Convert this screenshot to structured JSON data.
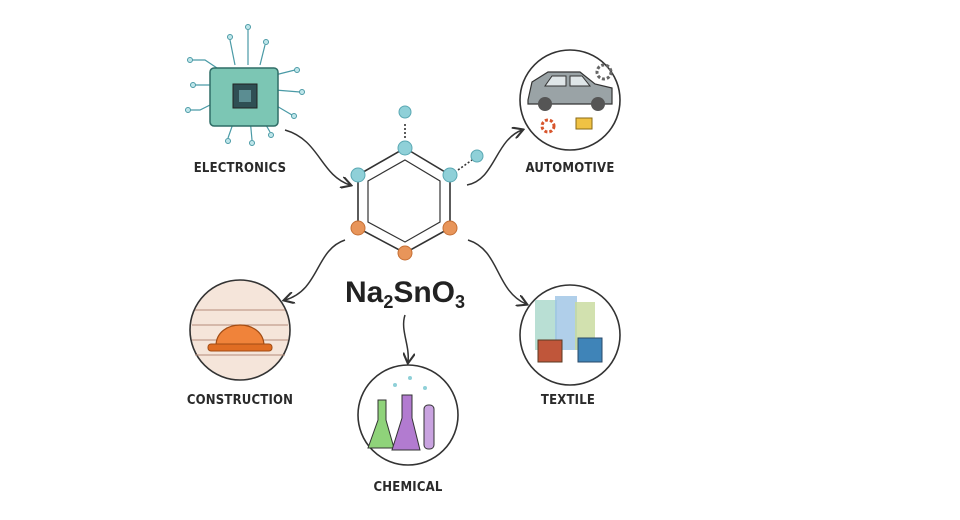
{
  "formula": {
    "el1": "Na",
    "n1": "2",
    "el2": "SnO",
    "n2": "3"
  },
  "applications": [
    {
      "label": "ELECTRONICS",
      "icon": "circuit-chip-icon"
    },
    {
      "label": "AUTOMOTIVE",
      "icon": "car-icon"
    },
    {
      "label": "CONSTRUCTION",
      "icon": "hard-hat-icon"
    },
    {
      "label": "CHEMICAL",
      "icon": "flasks-icon"
    },
    {
      "label": "TEXTILE",
      "icon": "thread-spools-icon"
    }
  ],
  "colors": {
    "blue_atom": "#8fd0d8",
    "orange_atom": "#e8955a",
    "ink": "#333333"
  }
}
